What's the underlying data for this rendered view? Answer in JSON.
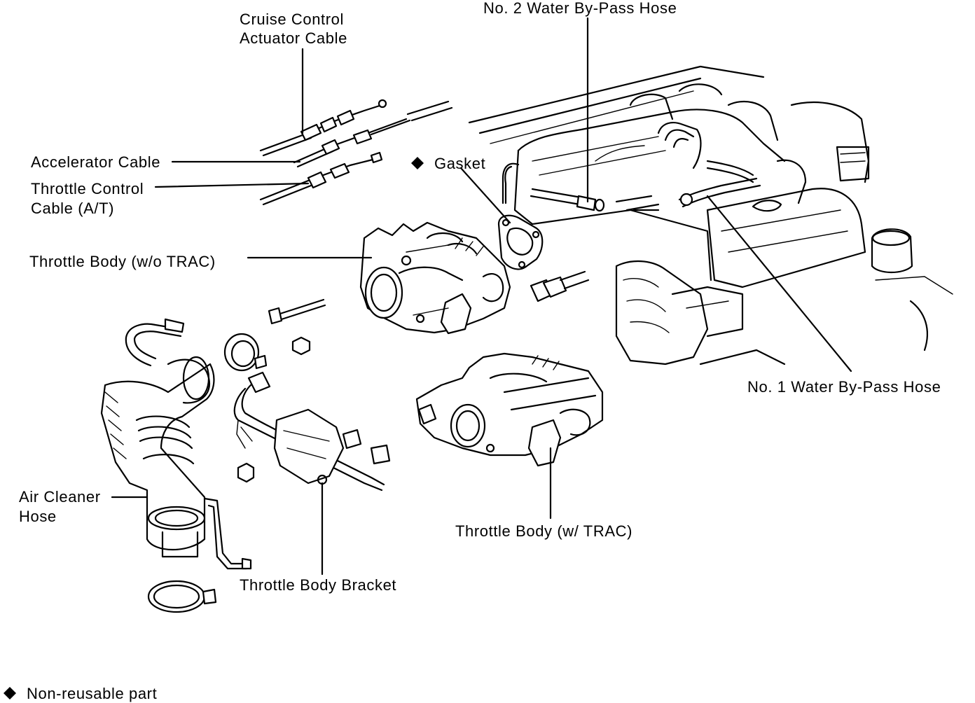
{
  "labels": {
    "cruise_line1": "Cruise Control",
    "cruise_line2": "Actuator Cable",
    "water_hose_2": "No. 2 Water By-Pass Hose",
    "accelerator_cable": "Accelerator Cable",
    "throttle_control_line1": "Throttle Control",
    "throttle_control_line2": "Cable (A/T)",
    "gasket": "Gasket",
    "throttle_body_wo_trac": "Throttle Body (w/o TRAC)",
    "water_hose_1": "No. 1 Water By-Pass Hose",
    "air_cleaner_line1": "Air Cleaner",
    "air_cleaner_line2": "Hose",
    "throttle_body_w_trac": "Throttle Body (w/  TRAC)",
    "throttle_body_bracket": "Throttle Body Bracket"
  },
  "legend": {
    "symbol": "◆",
    "text": "Non-reusable part"
  },
  "icons": {
    "non_reusable_marker": "diamond-icon"
  }
}
